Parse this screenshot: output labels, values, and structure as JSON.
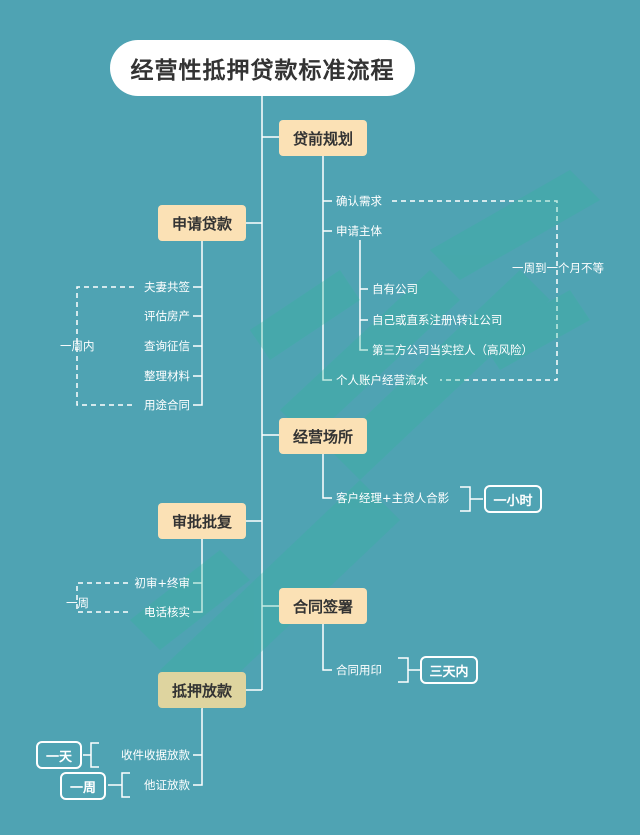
{
  "title": "经营性抵押贷款标准流程",
  "nodes": {
    "pre_plan": "贷前规划",
    "apply": "申请贷款",
    "site": "经营场所",
    "approve": "审批批复",
    "contract": "合同签署",
    "mortgage": "抵押放款"
  },
  "pre_plan_items": {
    "confirm": "确认需求",
    "subject": "申请主体",
    "own_company": "自有公司",
    "registered": "自己或直系注册\\转让公司",
    "third_party": "第三方公司当实控人（高风险）",
    "personal_flow": "个人账户经营流水"
  },
  "pre_plan_duration": "一周到一个月不等",
  "apply_items": [
    "夫妻共签",
    "评估房产",
    "查询征信",
    "整理材料",
    "用途合同"
  ],
  "apply_duration": "一周内",
  "site_item": "客户经理+主贷人合影",
  "site_duration": "一小时",
  "approve_items": [
    "初审+终审",
    "电话核实"
  ],
  "approve_duration": "一周",
  "contract_item": "合同用印",
  "contract_duration": "三天内",
  "mortgage_items": [
    "收件收据放款",
    "他证放款"
  ],
  "mortgage_durations": [
    "一天",
    "一周"
  ]
}
